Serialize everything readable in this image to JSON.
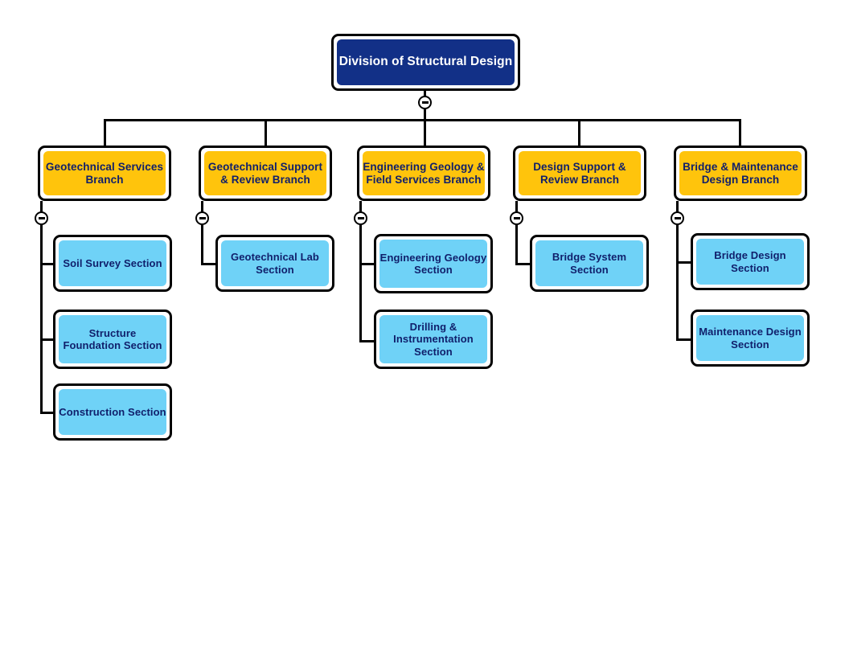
{
  "chart": {
    "title": "Division of Structural Design",
    "type": "org-chart",
    "colors": {
      "root_fill": "#123087",
      "root_text": "#ffffff",
      "branch_fill": "#ffc40c",
      "branch_text": "#101f6b",
      "section_fill": "#6fd2f7",
      "section_text": "#101f6b",
      "border": "#000000",
      "background": "#ffffff"
    },
    "toggle_icon": "minus-circle-collapse-icon"
  },
  "root": {
    "label": "Division of Structural Design"
  },
  "branches": [
    {
      "label": "Geotechnical Services Branch",
      "sections": [
        {
          "label": "Soil Survey Section"
        },
        {
          "label": "Structure Foundation Section"
        },
        {
          "label": "Construction Section"
        }
      ]
    },
    {
      "label": "Geotechnical Support & Review Branch",
      "sections": [
        {
          "label": "Geotechnical Lab Section"
        }
      ]
    },
    {
      "label": "Engineering Geology & Field Services Branch",
      "sections": [
        {
          "label": "Engineering Geology Section"
        },
        {
          "label": "Drilling & Instrumentation Section"
        }
      ]
    },
    {
      "label": "Design Support & Review Branch",
      "sections": [
        {
          "label": "Bridge System Section"
        }
      ]
    },
    {
      "label": "Bridge & Maintenance Design Branch",
      "sections": [
        {
          "label": "Bridge Design Section"
        },
        {
          "label": "Maintenance Design Section"
        }
      ]
    }
  ]
}
